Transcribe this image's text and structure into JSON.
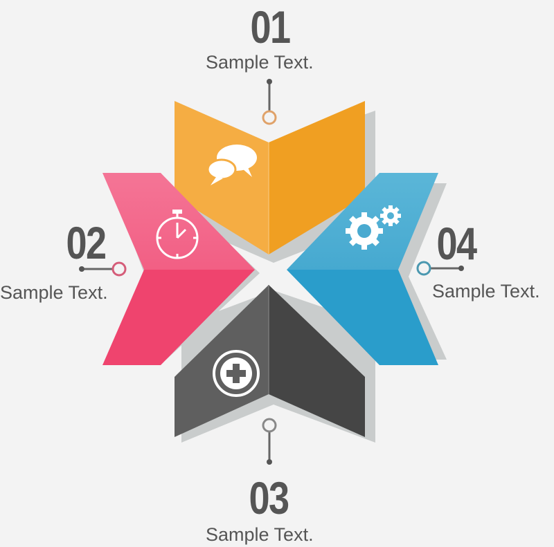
{
  "items": [
    {
      "number": "01",
      "label": "Sample Text.",
      "icon": "chat-bubbles-icon",
      "color": "#f2a12c"
    },
    {
      "number": "02",
      "label": "Sample Text.",
      "icon": "stopwatch-icon",
      "color": "#ee4c73"
    },
    {
      "number": "03",
      "label": "Sample Text.",
      "icon": "plus-circle-icon",
      "color": "#4a4a4a"
    },
    {
      "number": "04",
      "label": "Sample Text.",
      "icon": "gears-icon",
      "color": "#2f9fca"
    }
  ]
}
